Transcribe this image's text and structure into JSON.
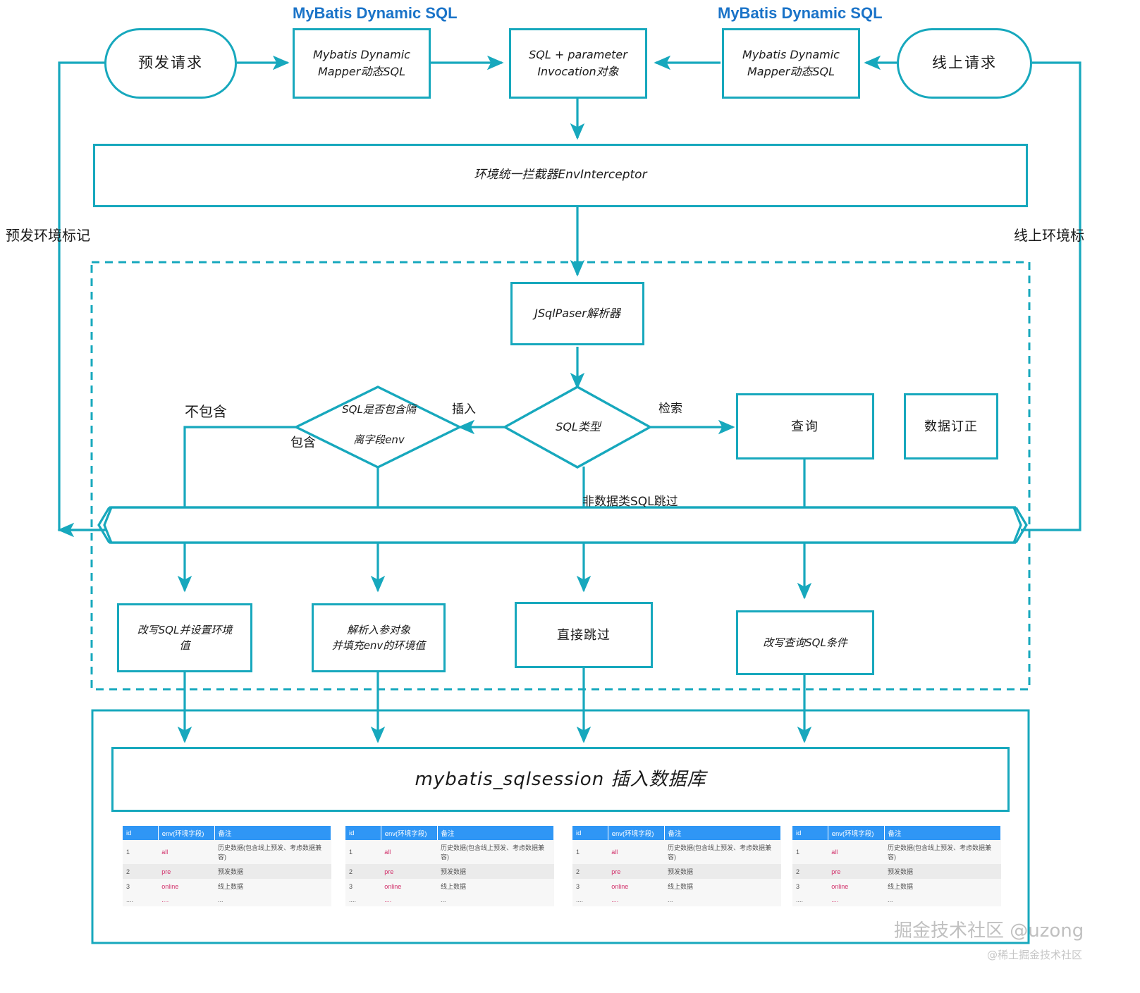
{
  "theme": {
    "line": "#17a8bd",
    "title_blue": "#1a73c8",
    "table_header_blue": "#2f96f5",
    "env_value_pink": "#d2316b",
    "text": "#1b1b1b"
  },
  "titles": {
    "left": "MyBatis Dynamic SQL",
    "right": "MyBatis Dynamic SQL"
  },
  "nodes": {
    "pre_request": "预发请求",
    "online_request": "线上请求",
    "mapper_left_line1": "Mybatis Dynamic",
    "mapper_left_line2": "Mapper动态SQL",
    "mapper_right_line1": "Mybatis Dynamic",
    "mapper_right_line2": "Mapper动态SQL",
    "invocation_line1": "SQL + parameter",
    "invocation_line2": "Invocation对象",
    "env_interceptor": "环境统一拦截器EnvInterceptor",
    "jsqlparser": "JSqlPaser解析器",
    "query": "查询",
    "data_fix": "数据订正",
    "rewrite_sql_line1": "改写SQL并设置环境",
    "rewrite_sql_line2": "值",
    "parse_param_line1": "解析入参对象",
    "parse_param_line2": "并填充env的环境值",
    "skip_directly": "直接跳过",
    "rewrite_query": "改写查询SQL条件",
    "sqlsession": "mybatis_sqlsession 插入数据库"
  },
  "decisions": {
    "contains_env_line1": "SQL是否包含隔",
    "contains_env_line2": "离字段env",
    "sql_type": "SQL类型"
  },
  "edge_labels": {
    "pre_env_flag": "预发环境标记",
    "online_env_flag": "线上环境标",
    "not_contains": "不包含",
    "contains": "包含",
    "insert": "插入",
    "retrieve": "检索",
    "non_data_sql_skip": "非数据类SQL跳过"
  },
  "table": {
    "headers": [
      "id",
      "env(环境字段)",
      "备注"
    ],
    "rows": [
      [
        "1",
        "all",
        "历史数据(包含线上预发、考虑数据兼容)"
      ],
      [
        "2",
        "pre",
        "预发数据"
      ],
      [
        "3",
        "online",
        "线上数据"
      ],
      [
        "....",
        "....",
        "..."
      ]
    ],
    "count": 4
  },
  "watermarks": {
    "primary": "掘金技术社区 @uzong",
    "secondary": "@稀土掘金技术社区"
  }
}
